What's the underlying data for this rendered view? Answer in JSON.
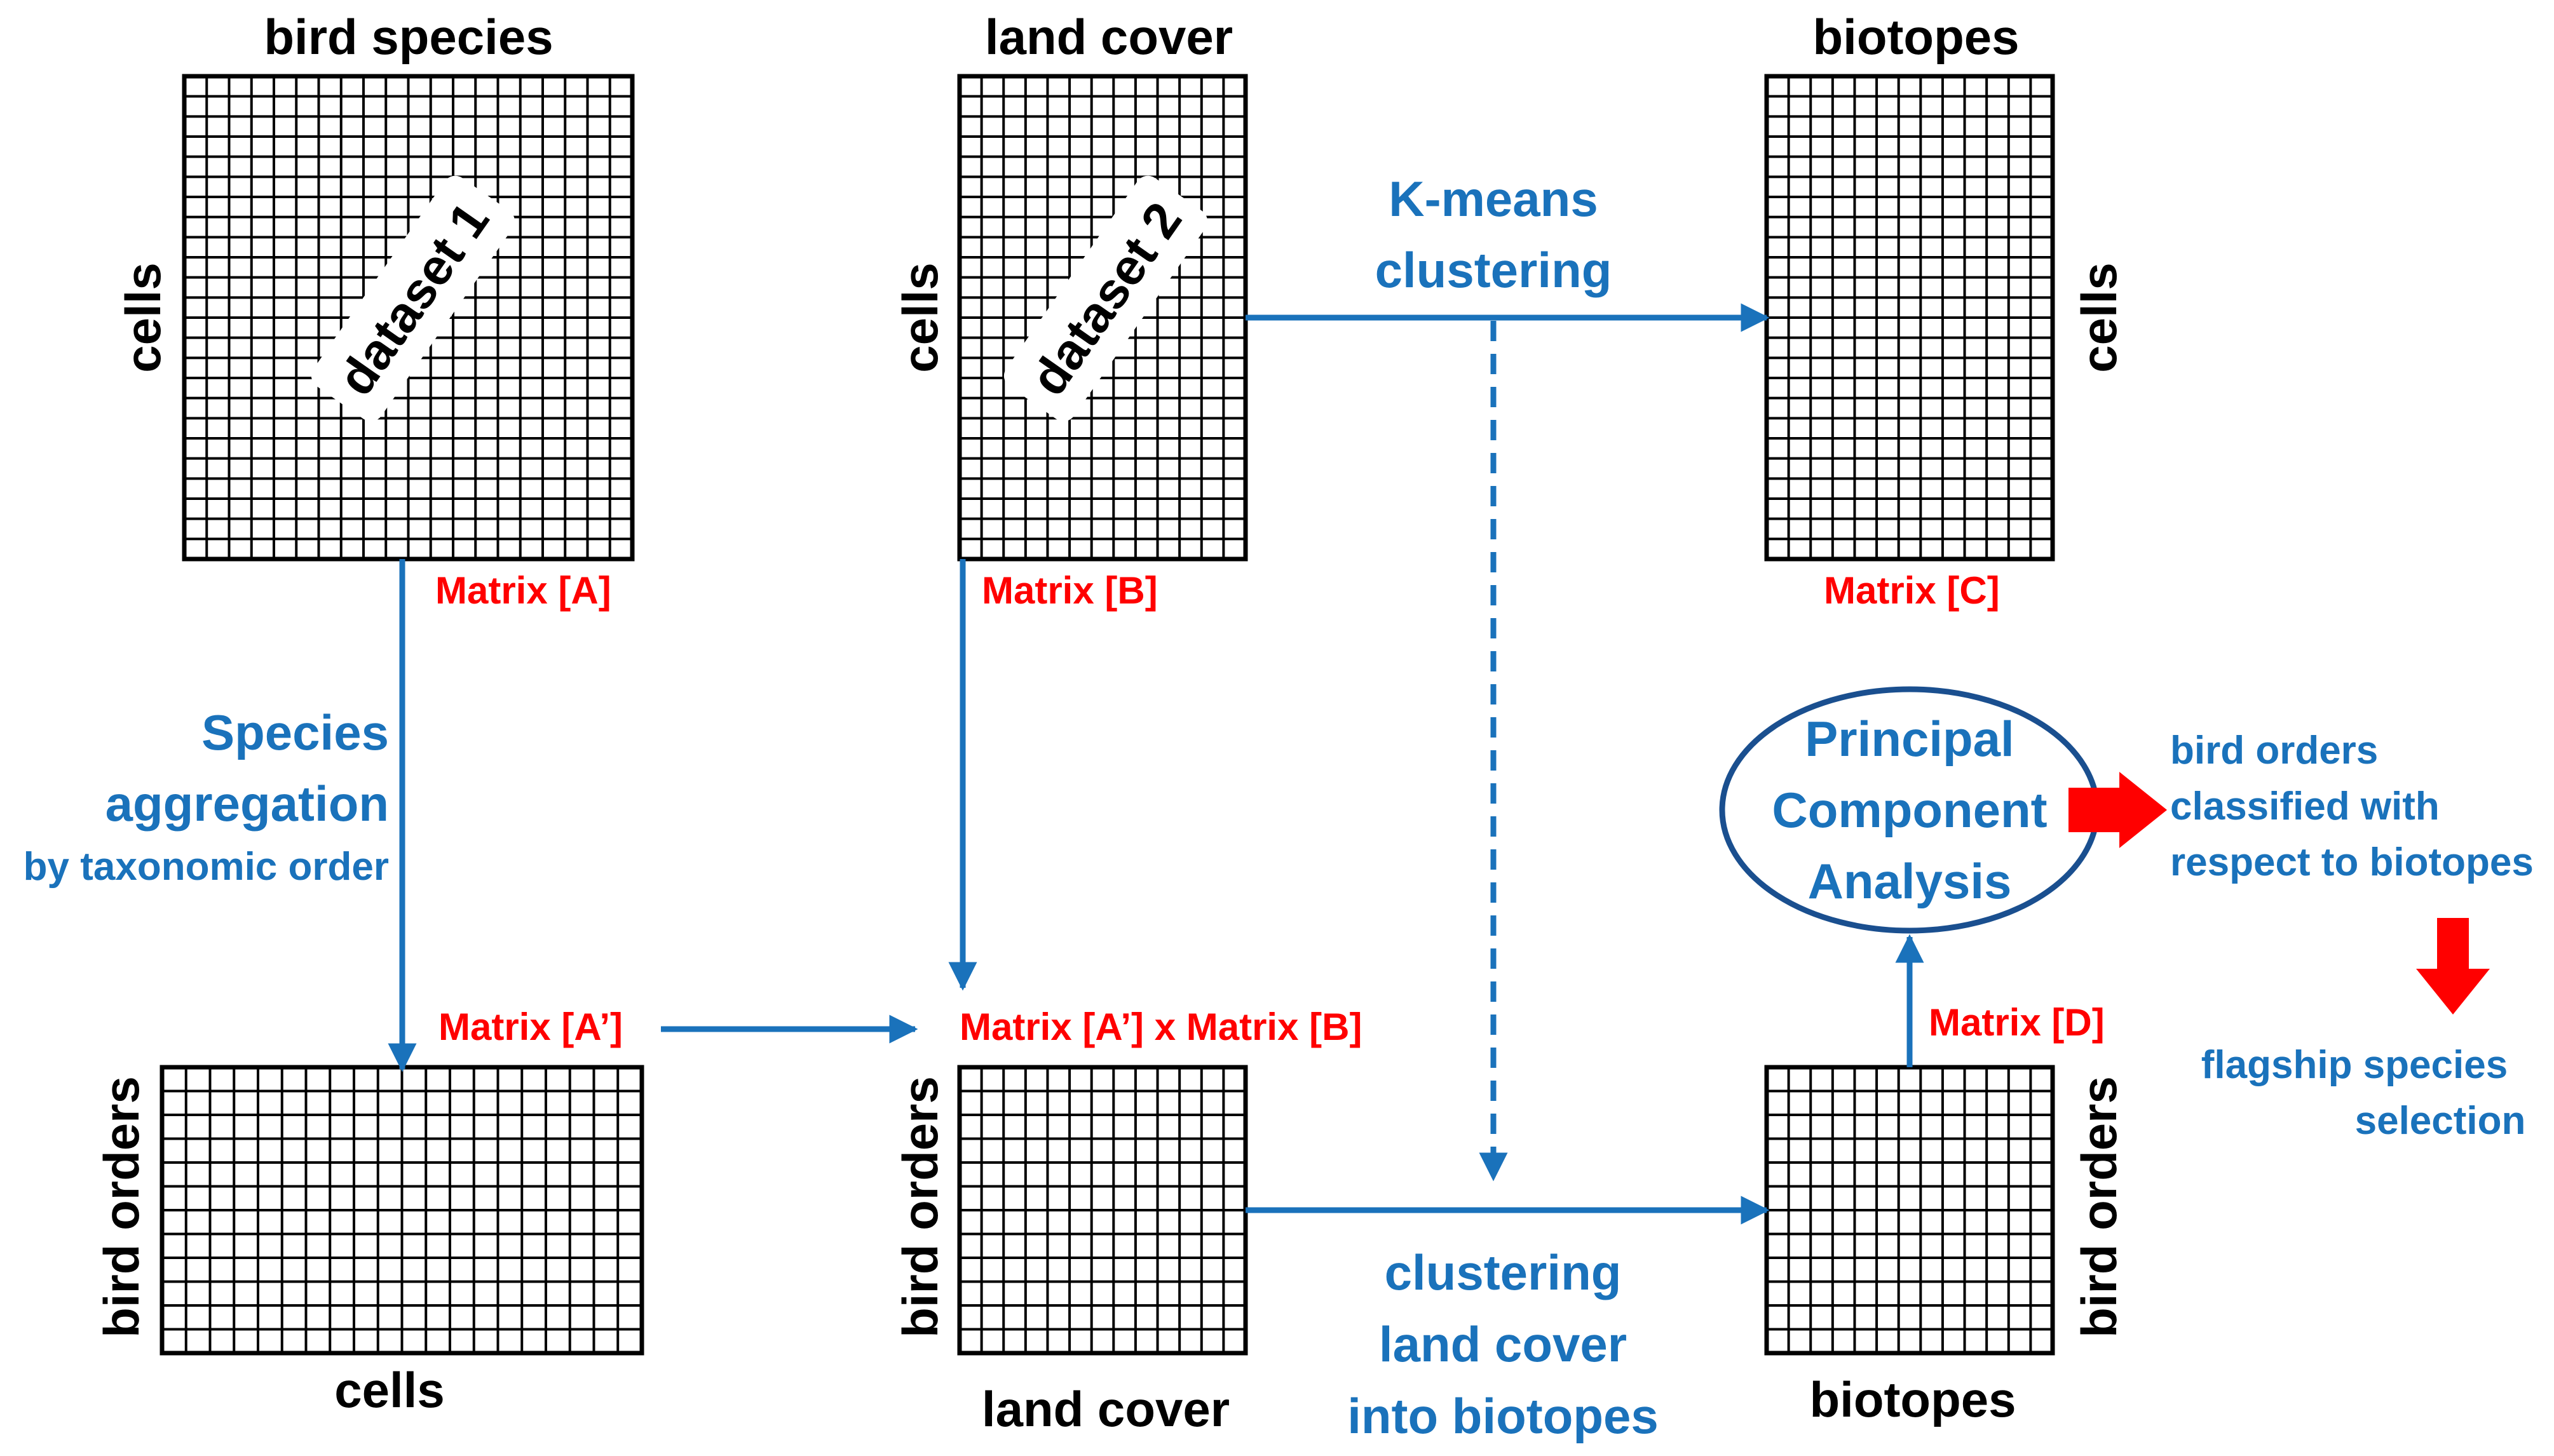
{
  "matrices": {
    "A": {
      "top_label": "bird species",
      "side_label": "cells",
      "tag": "dataset 1",
      "matrix_label": "Matrix [A]"
    },
    "B": {
      "top_label": "land cover",
      "side_label": "cells",
      "tag": "dataset 2",
      "matrix_label": "Matrix [B]"
    },
    "C": {
      "top_label": "biotopes",
      "side_label": "cells",
      "matrix_label": "Matrix [C]"
    },
    "A2": {
      "side_label": "bird orders",
      "bottom_label": "cells",
      "matrix_label": "Matrix [A’]"
    },
    "AB": {
      "side_label": "bird orders",
      "bottom_label": "land cover",
      "matrix_label": "Matrix [A’] x Matrix [B]"
    },
    "D": {
      "side_label": "bird orders",
      "bottom_label": "biotopes",
      "matrix_label": "Matrix [D]"
    }
  },
  "steps": {
    "kmeans": [
      "K-means",
      "clustering"
    ],
    "species_agg": [
      "Species",
      "aggregation"
    ],
    "species_agg_sub": "by taxonomic order",
    "clustering": [
      "clustering",
      "land cover",
      "into biotopes"
    ],
    "pca": [
      "Principal",
      "Component",
      "Analysis"
    ],
    "result1": [
      "bird orders",
      "classified with",
      "respect to biotopes"
    ],
    "result2": [
      "flagship species",
      "selection"
    ]
  },
  "colors": {
    "grid": "#000000",
    "arrow": "#1a72bb",
    "matrix_label": "#ff0000",
    "big_arrow": "#ff0000"
  }
}
